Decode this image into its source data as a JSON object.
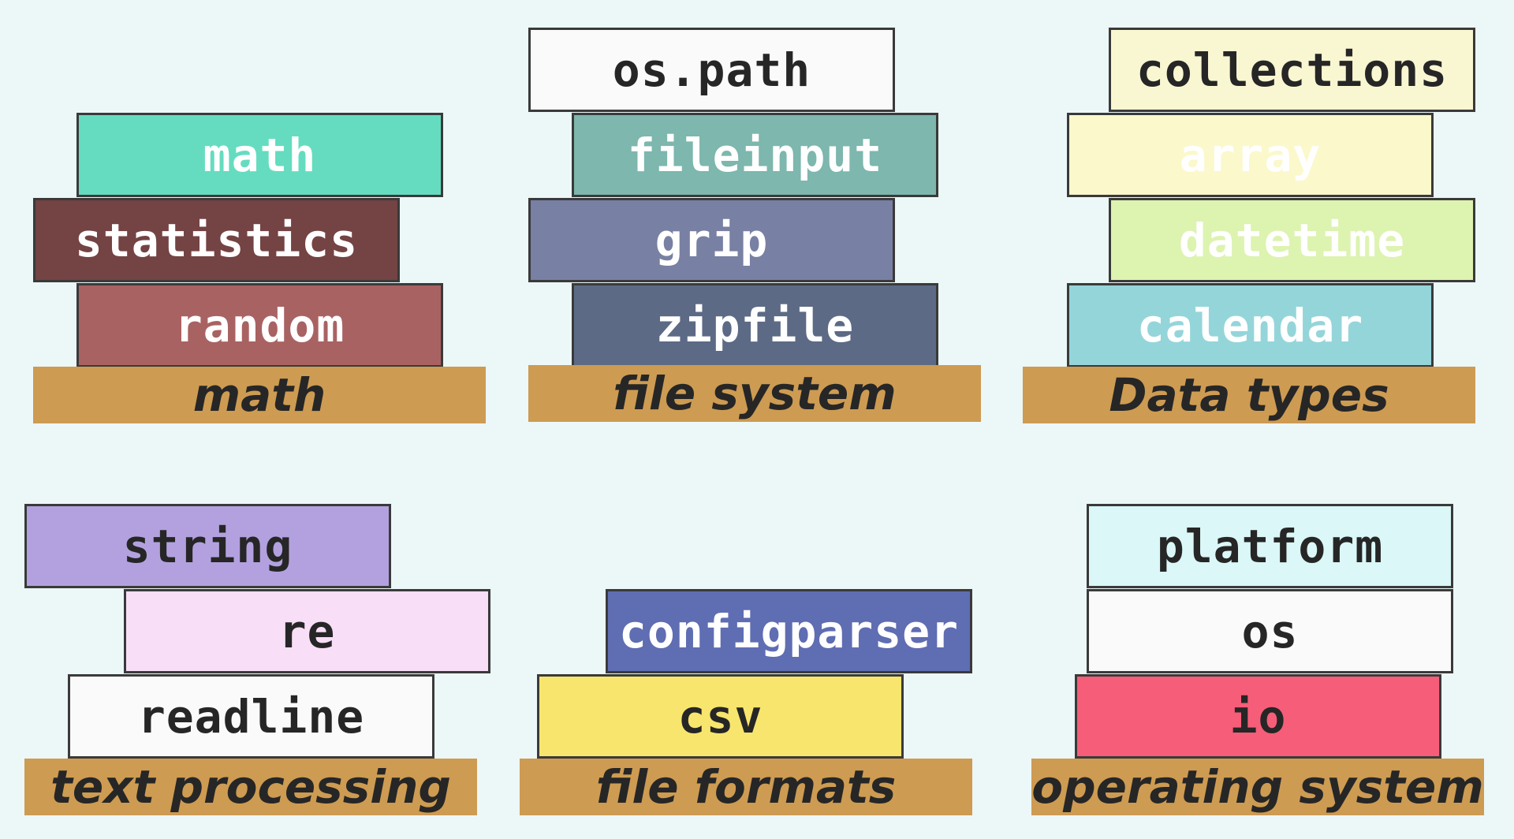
{
  "groups": [
    {
      "shelf_label": "math",
      "books": [
        {
          "label": "math",
          "color": "#65dcc0",
          "text_color": "#ffffff"
        },
        {
          "label": "statistics",
          "color": "#744343",
          "text_color": "#ffffff"
        },
        {
          "label": "random",
          "color": "#a96262",
          "text_color": "#ffffff"
        }
      ]
    },
    {
      "shelf_label": "file system",
      "books": [
        {
          "label": "os.path",
          "color": "#fafafa",
          "text_color": "#262626"
        },
        {
          "label": "fileinput",
          "color": "#7db7ad",
          "text_color": "#ffffff"
        },
        {
          "label": "grip",
          "color": "#7880a3",
          "text_color": "#ffffff"
        },
        {
          "label": "zipfile",
          "color": "#5c6a85",
          "text_color": "#ffffff"
        }
      ]
    },
    {
      "shelf_label": "Data types",
      "books": [
        {
          "label": "collections",
          "color": "#f9f6d2",
          "text_color": "#262626"
        },
        {
          "label": "array",
          "color": "#fbf8cc",
          "text_color": "#ffffff"
        },
        {
          "label": "datetime",
          "color": "#ddf3b0",
          "text_color": "#ffffff"
        },
        {
          "label": "calendar",
          "color": "#94d5da",
          "text_color": "#ffffff"
        }
      ]
    },
    {
      "shelf_label": "text processing",
      "books": [
        {
          "label": "string",
          "color": "#b3a1df",
          "text_color": "#262626"
        },
        {
          "label": "re",
          "color": "#f9def7",
          "text_color": "#262626"
        },
        {
          "label": "readline",
          "color": "#fafafa",
          "text_color": "#262626"
        }
      ]
    },
    {
      "shelf_label": "file formats",
      "books": [
        {
          "label": "configparser",
          "color": "#5f6db2",
          "text_color": "#ffffff"
        },
        {
          "label": "csv",
          "color": "#f8e56d",
          "text_color": "#262626"
        }
      ]
    },
    {
      "shelf_label": "operating system",
      "books": [
        {
          "label": "platform",
          "color": "#dbf7f7",
          "text_color": "#262626"
        },
        {
          "label": "os",
          "color": "#fafafa",
          "text_color": "#262626"
        },
        {
          "label": "io",
          "color": "#f65d78",
          "text_color": "#262626"
        }
      ]
    }
  ]
}
